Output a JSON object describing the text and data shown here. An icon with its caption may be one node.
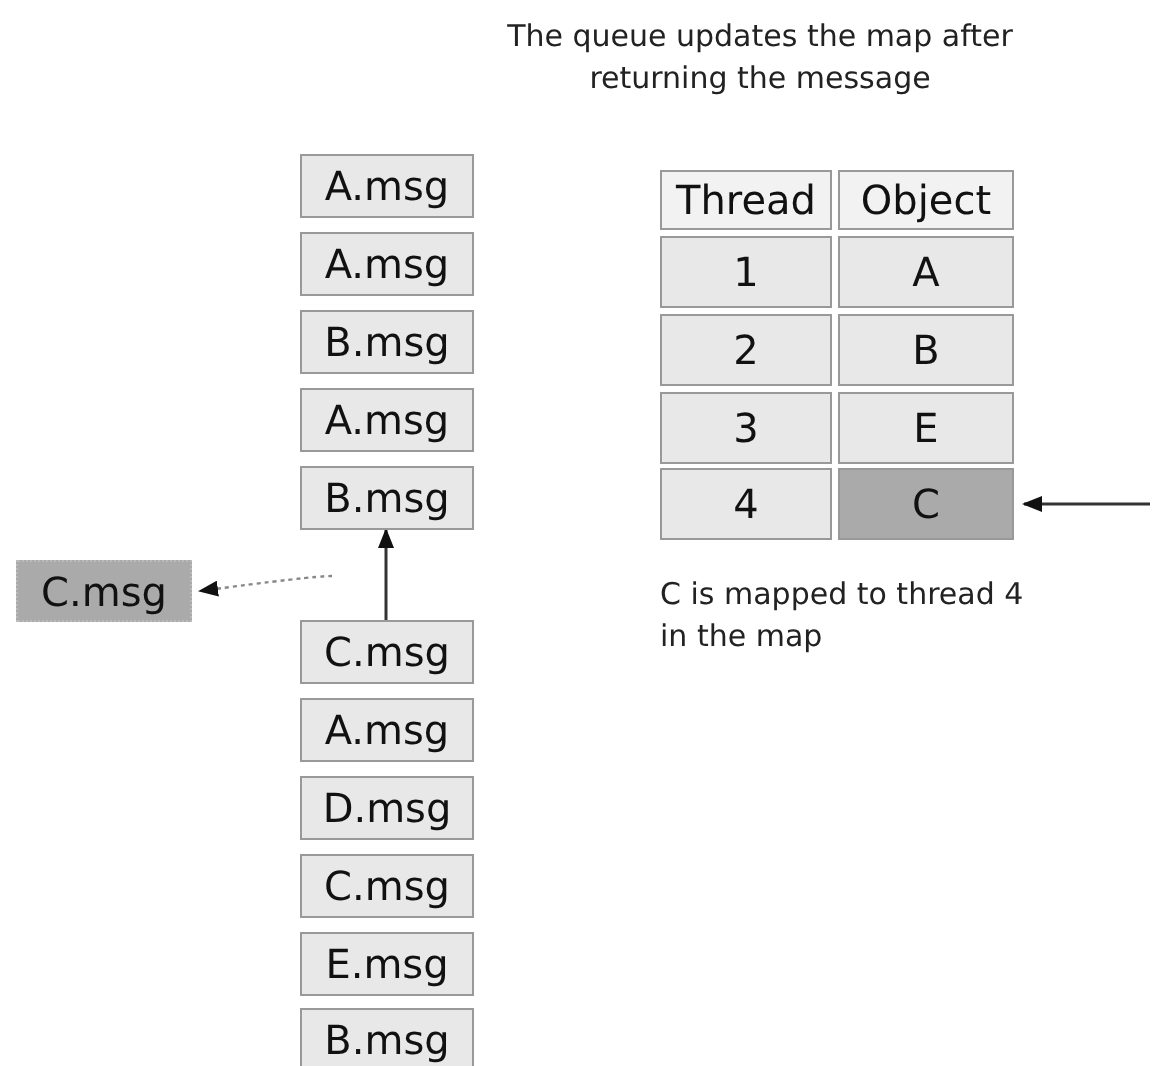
{
  "diagram": {
    "title": "The queue updates the map after returning the message",
    "nodes": [
      {
        "text": [
          "A.msg"
        ]
      },
      {
        "text": [
          "A.msg"
        ]
      },
      {
        "text": [
          "B.msg"
        ]
      },
      {
        "text": [
          "A.msg"
        ]
      },
      {
        "text": [
          "B.msg"
        ]
      },
      {
        "text": [
          "C.msg"
        ]
      },
      {
        "text": [
          "C.msg"
        ]
      },
      {
        "text": [
          "A.msg"
        ]
      },
      {
        "text": [
          "D.msg"
        ]
      },
      {
        "text": [
          "C.msg"
        ]
      },
      {
        "text": [
          "E.msg"
        ]
      },
      {
        "text": [
          "B.msg"
        ]
      },
      {
        "text": [
          "Thread"
        ]
      },
      {
        "text": [
          "Object"
        ]
      },
      {
        "text": [
          "1"
        ]
      },
      {
        "text": [
          "A"
        ]
      },
      {
        "text": [
          "2"
        ]
      },
      {
        "text": [
          "B"
        ]
      },
      {
        "text": [
          "3"
        ]
      },
      {
        "text": [
          "E"
        ]
      },
      {
        "text": [
          "4"
        ]
      },
      {
        "text": [
          "C"
        ]
      }
    ],
    "edges": [
      {
        "from": 6,
        "to": 4,
        "arrow": "to"
      },
      {
        "from": 6,
        "to": 5,
        "arrow": "to",
        "style": "dashed"
      },
      {
        "from": null,
        "to": 21,
        "arrow": "to"
      }
    ],
    "labels": [
      "C is mapped to thread 4 in the map"
    ]
  }
}
